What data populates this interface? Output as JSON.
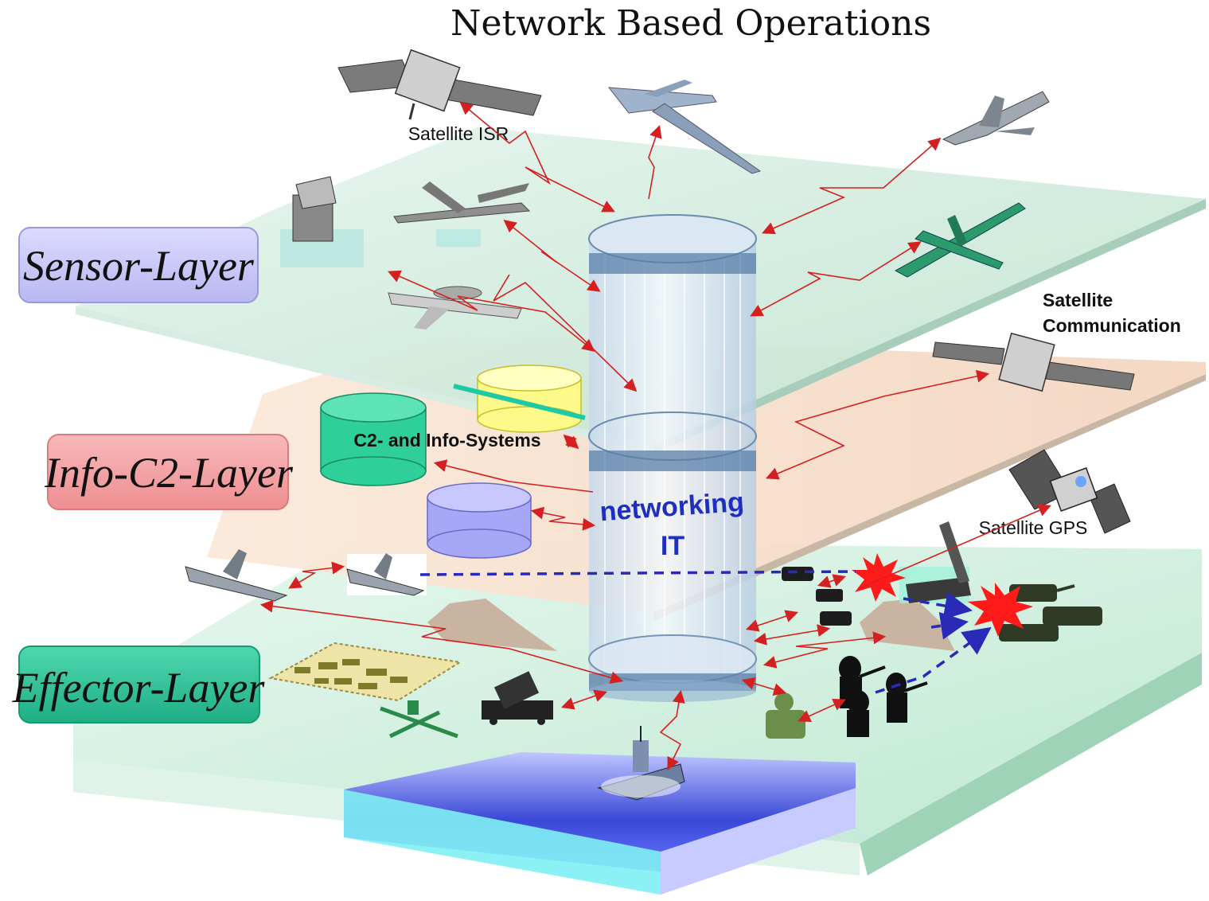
{
  "title": "Network Based Operations",
  "layers": {
    "sensor": "Sensor-Layer",
    "info_c2": "Info-C2-Layer",
    "effector": "Effector-Layer"
  },
  "labels": {
    "satellite_isr": "Satellite ISR",
    "satellite_communication_line1": "Satellite",
    "satellite_communication_line2": "Communication",
    "satellite_gps": "Satellite GPS",
    "c2_systems": "C2- and Info-Systems",
    "hub_line1": "networking",
    "hub_line2": "IT"
  },
  "colors": {
    "sensor_plane": "#cfe9dc",
    "info_plane": "#f6dcc8",
    "effector_plane": "#cdeedd",
    "sensor_badge": "#c9c8f4",
    "info_badge": "#f3a2a4",
    "effector_badge": "#33c29a",
    "link_arrows": "#d42020",
    "dashed_links": "#2a2ab8",
    "hub_label": "#1e2fc0",
    "water": "#3a48d8"
  },
  "icons": {
    "nodes": [
      "satellite-isr-icon",
      "drone-icon",
      "fighter-jet-icon",
      "radar-station-icon",
      "transport-aircraft-icon",
      "awacs-aircraft-icon",
      "recon-aircraft-icon",
      "satellite-communication-icon",
      "satellite-gps-icon",
      "c2-database-icons",
      "hub-cylinder-icon",
      "explosion-icons",
      "tank-icons",
      "missile-launcher-icon",
      "soldier-icons",
      "ship-icon",
      "airbase-icon",
      "anti-aircraft-icon",
      "helipad-icon",
      "mountain-icons"
    ]
  }
}
